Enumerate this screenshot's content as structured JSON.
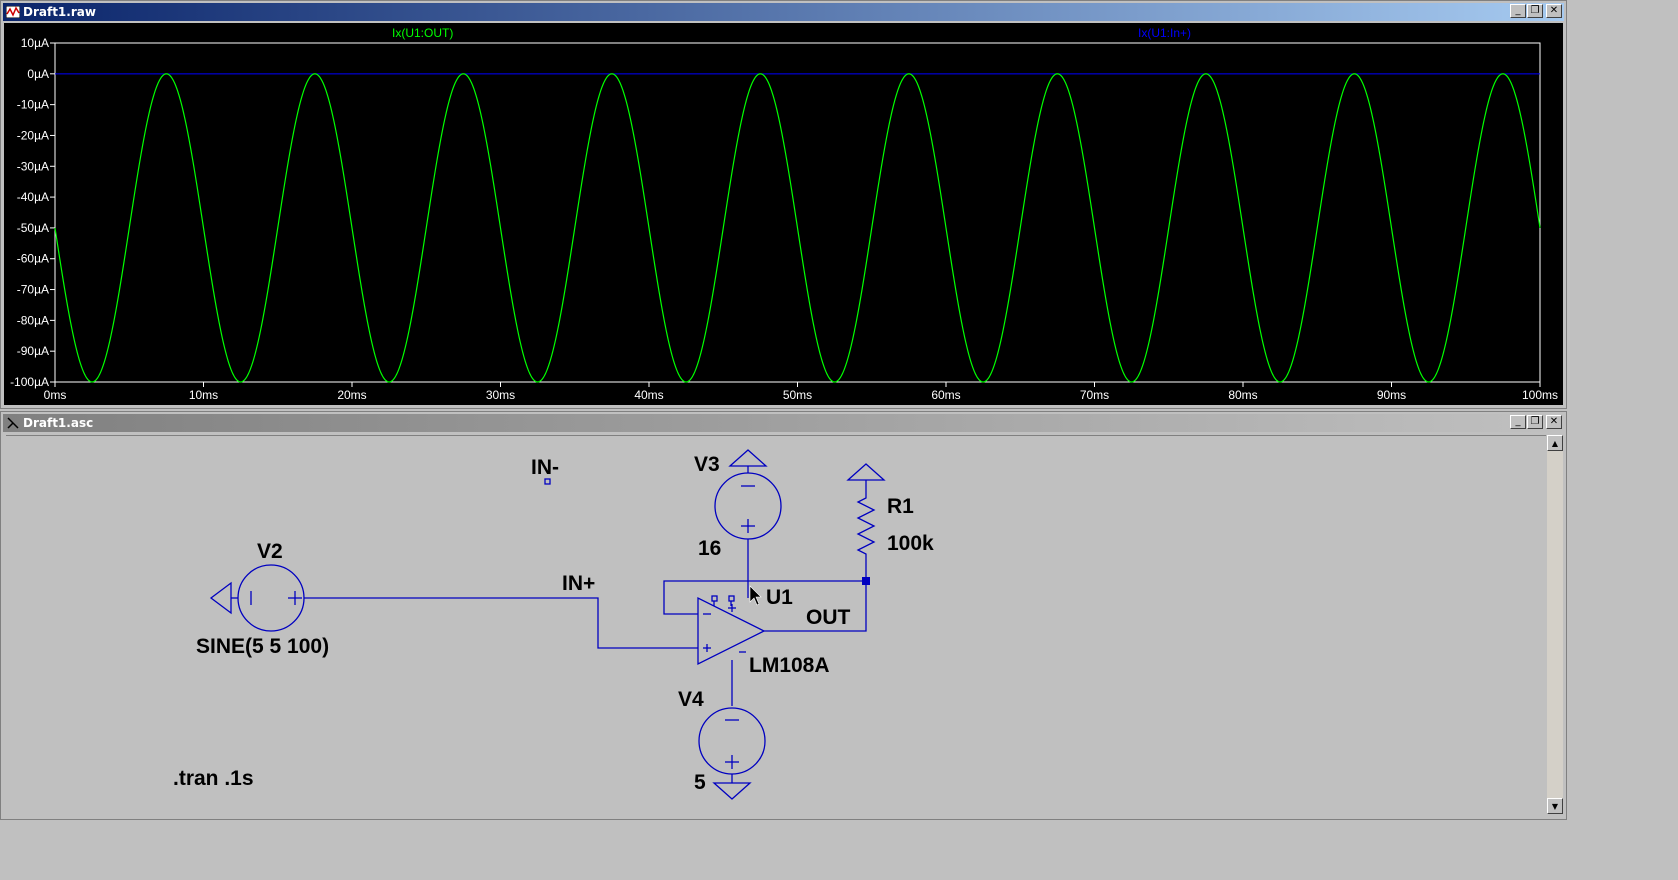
{
  "waveform_window": {
    "title": "Draft1.raw",
    "traces": [
      {
        "label": "Ix(U1:OUT)",
        "color": "#00ff00"
      },
      {
        "label": "Ix(U1:In+)",
        "color": "#0000ff"
      }
    ],
    "buttons": [
      "minimize",
      "maximize",
      "close"
    ]
  },
  "chart_data": {
    "type": "line",
    "xlabel": "",
    "ylabel": "",
    "x_ticks": [
      "0ms",
      "10ms",
      "20ms",
      "30ms",
      "40ms",
      "50ms",
      "60ms",
      "70ms",
      "80ms",
      "90ms",
      "100ms"
    ],
    "y_ticks": [
      "10µA",
      "0µA",
      "-10µA",
      "-20µA",
      "-30µA",
      "-40µA",
      "-50µA",
      "-60µA",
      "-70µA",
      "-80µA",
      "-90µA",
      "-100µA"
    ],
    "xlim": [
      0,
      100
    ],
    "ylim": [
      -100,
      10
    ],
    "x_unit": "ms",
    "y_unit": "µA",
    "grid": false,
    "series": [
      {
        "name": "Ix(U1:OUT)",
        "color": "#00ff00",
        "kind": "sine",
        "offset": -50,
        "amplitude": 50,
        "frequency_hz": 100,
        "phase": "sin(0)=-50, peaks at 7.5ms"
      },
      {
        "name": "Ix(U1:In+)",
        "color": "#0000ff",
        "kind": "constant",
        "value": 0
      }
    ]
  },
  "schematic_window": {
    "title": "Draft1.asc",
    "buttons": [
      "minimize",
      "maximize",
      "close"
    ],
    "labels": {
      "v2": "V2",
      "v2_value": "SINE(5 5 100)",
      "in_plus": "IN+",
      "in_minus": "IN-",
      "v3": "V3",
      "v3_value": "16",
      "v4": "V4",
      "v4_value": "5",
      "r1": "R1",
      "r1_value": "100k",
      "u1": "U1",
      "u1_model": "LM108A",
      "out": "OUT",
      "directive": ".tran .1s"
    }
  }
}
